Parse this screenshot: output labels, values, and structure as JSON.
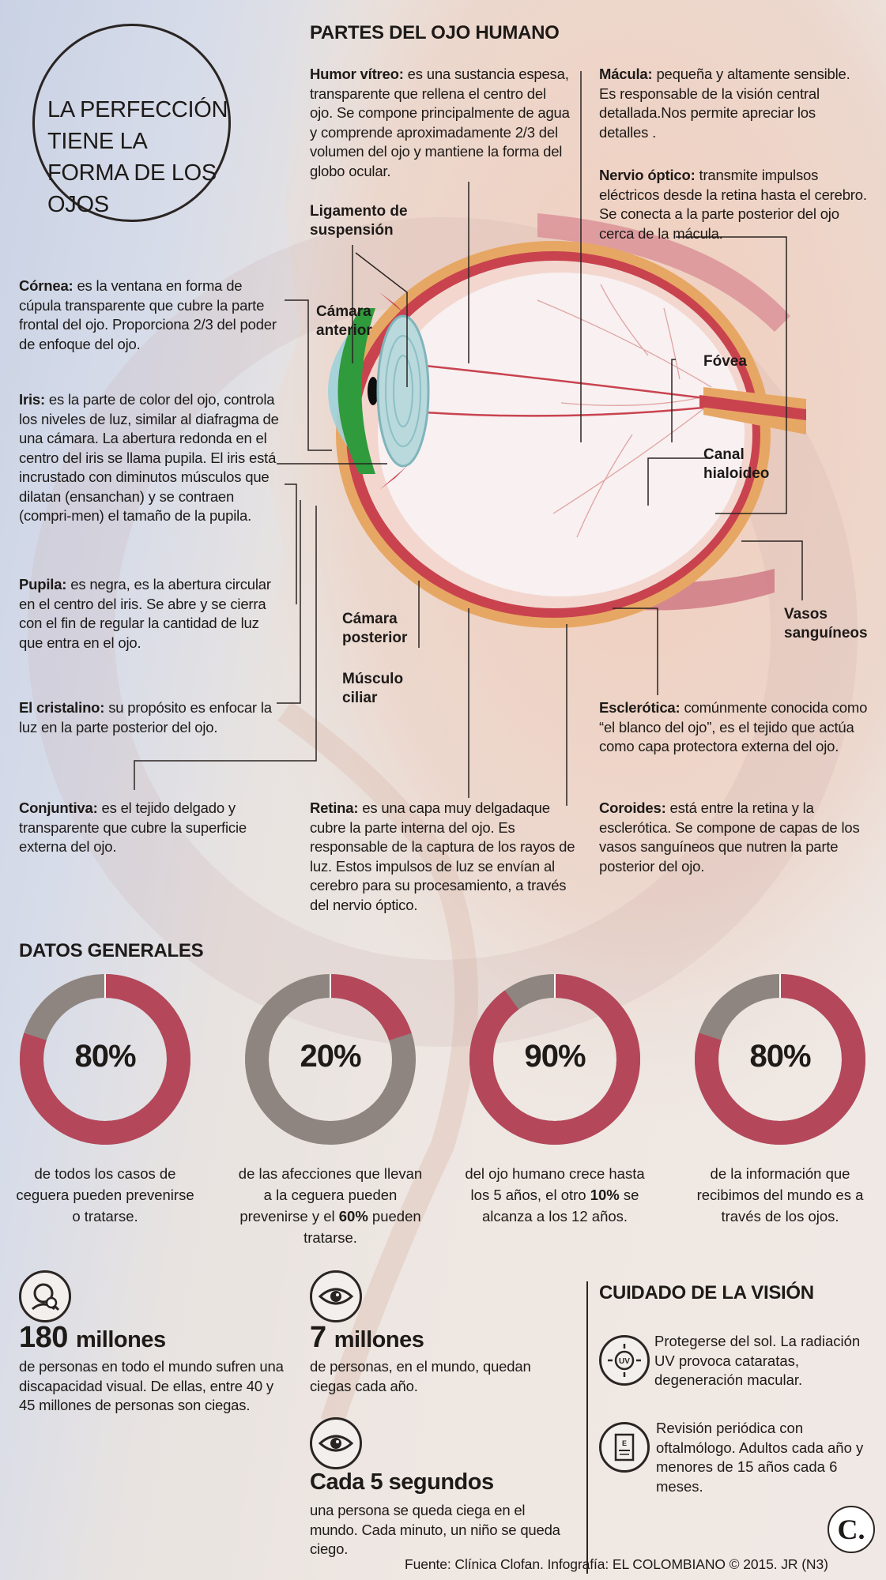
{
  "title": "LA PERFECCIÓN TIENE LA FORMA DE LOS OJOS",
  "parts_heading": "PARTES DEL OJO HUMANO",
  "parts": {
    "humor": {
      "name": "Humor vítreo:",
      "desc": "es una sustancia espesa, transparente que rellena el centro del ojo. Se compone principalmente de agua y comprende aproximadamente 2/3 del volumen del ojo y mantiene la forma del globo ocular."
    },
    "macula": {
      "name": "Mácula:",
      "desc": "pequeña y altamente sensible. Es responsable de la visión central detallada.Nos permite apreciar los detalles ."
    },
    "nervio": {
      "name": "Nervio óptico:",
      "desc": "transmite impulsos eléctricos desde la retina hasta el cerebro. Se conecta a la parte posterior del ojo cerca de la mácula."
    },
    "cornea": {
      "name": "Córnea:",
      "desc": "es la ventana en forma de cúpula transparente que cubre la parte frontal del ojo. Proporciona 2/3 del poder de enfoque del ojo."
    },
    "iris": {
      "name": "Iris:",
      "desc": "es la parte de color del ojo, controla los niveles de luz, similar al diafragma de una cámara. La abertura redonda en el centro del iris se llama pupila. El iris está incrustado con diminutos músculos que dilatan (ensanchan) y se contraen (compri-men) el tamaño de la pupila."
    },
    "pupila": {
      "name": "Pupila:",
      "desc": "es negra, es la abertura circular en el centro del iris. Se abre y se cierra con el fin de regular la cantidad de luz que entra en el ojo."
    },
    "cristalino": {
      "name": "El cristalino:",
      "desc": "su propósito es enfocar la luz en la parte posterior del ojo."
    },
    "conjuntiva": {
      "name": "Conjuntiva:",
      "desc": "es el tejido delgado y transparente que cubre la superficie externa del ojo."
    },
    "retina": {
      "name": "Retina:",
      "desc": "es una capa muy delgadaque cubre la parte interna del ojo. Es responsable de la captura de los rayos de luz. Estos impulsos de luz se envían al cerebro para su procesamiento, a través del nervio óptico."
    },
    "esclerotica": {
      "name": "Esclerótica:",
      "desc": "comúnmente conocida como “el blanco del ojo”, es el tejido que actúa como capa protectora externa del ojo."
    },
    "coroides": {
      "name": "Coroides:",
      "desc": "está entre la retina y la esclerótica. Se compone de capas de los vasos sanguíneos que nutren la parte posterior del ojo."
    }
  },
  "diagram_labels": {
    "ligamento": "Ligamento de suspensión",
    "camara_anterior": "Cámara anterior",
    "camara_posterior": "Cámara posterior",
    "musculo": "Músculo ciliar",
    "fovea": "Fóvea",
    "canal": "Canal hialoideo",
    "vasos": "Vasos sanguíneos"
  },
  "general_heading": "DATOS GENERALES",
  "donuts": [
    {
      "value": 80,
      "label": "80%",
      "caption_html": "de todos los casos de ceguera pueden prevenirse o tratarse."
    },
    {
      "value": 20,
      "label": "20%",
      "caption_html": "de las afecciones que llevan a la ceguera pueden prevenirse y el <b>60%</b> pueden tratarse."
    },
    {
      "value": 90,
      "label": "90%",
      "caption_html": "del ojo humano crece hasta los 5 años, el otro <b>10%</b> se alcanza a los 12 años."
    },
    {
      "value": 80,
      "label": "80%",
      "caption_html": "de la información que recibimos del mundo es a través de los ojos."
    }
  ],
  "colors": {
    "accent": "#b5475a",
    "rest": "#8f8580",
    "ink": "#1d1a18"
  },
  "stats": {
    "s1": {
      "num": "180",
      "unit": "millones",
      "text": "de personas en todo el mundo sufren una discapacidad visual. De ellas, entre 40 y 45 millones de personas son ciegas.",
      "icon": "person-search-icon"
    },
    "s2": {
      "num": "7",
      "unit": "millones",
      "text": "de personas, en el mundo, quedan ciegas cada año.",
      "icon": "eye-icon"
    },
    "s3": {
      "headline": "Cada 5 segundos",
      "text": "una persona se queda ciega en el mundo. Cada minuto, un niño se queda ciego.",
      "icon": "eye-icon"
    }
  },
  "care": {
    "heading": "CUIDADO DE LA VISIÓN",
    "items": [
      {
        "text": "Protegerse del sol. La radiación UV provoca cataratas, degeneración macular.",
        "icon": "uv-sun-icon"
      },
      {
        "text": "Revisión periódica con oftalmólogo. Adultos cada año y menores de 15 años cada 6 meses.",
        "icon": "eye-chart-icon"
      }
    ]
  },
  "footer": "Fuente: Clínica Clofan. Infografía: EL COLOMBIANO © 2015. JR (N3)",
  "logo": "C."
}
